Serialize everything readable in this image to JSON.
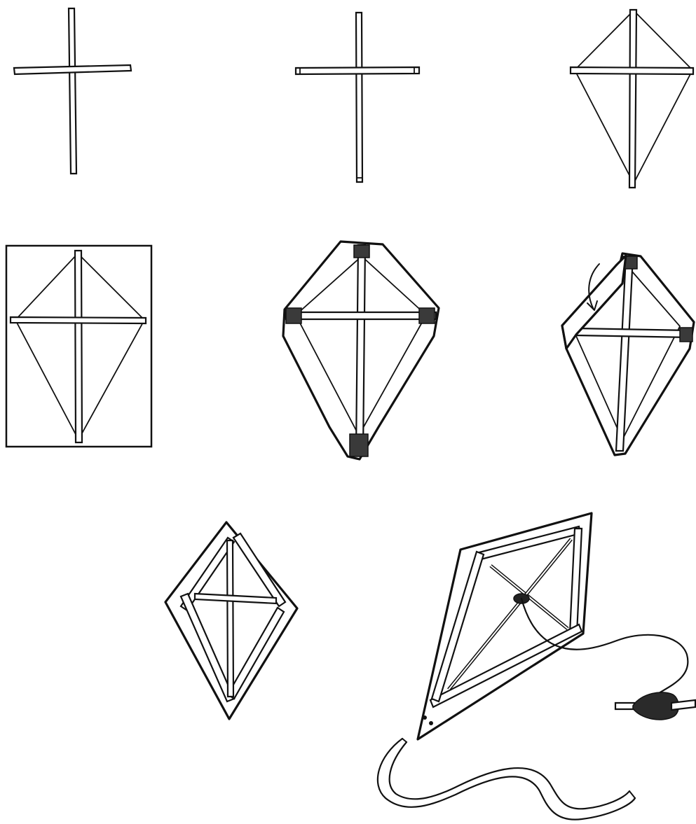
{
  "diagram": {
    "kind": "kite-construction-steps",
    "steps": [
      {
        "id": 1,
        "name": "crossed-sticks"
      },
      {
        "id": 2,
        "name": "notched-sticks"
      },
      {
        "id": 3,
        "name": "string-frame"
      },
      {
        "id": 4,
        "name": "frame-on-paper"
      },
      {
        "id": 5,
        "name": "cut-paper-with-reinforced-corners"
      },
      {
        "id": 6,
        "name": "fold-paper-edges"
      },
      {
        "id": 7,
        "name": "finished-frame-back"
      },
      {
        "id": 8,
        "name": "completed-kite-with-line-and-tail"
      }
    ],
    "colors": {
      "ink": "#111111",
      "paper": "#ffffff",
      "shade": "#3a3a3a"
    }
  }
}
